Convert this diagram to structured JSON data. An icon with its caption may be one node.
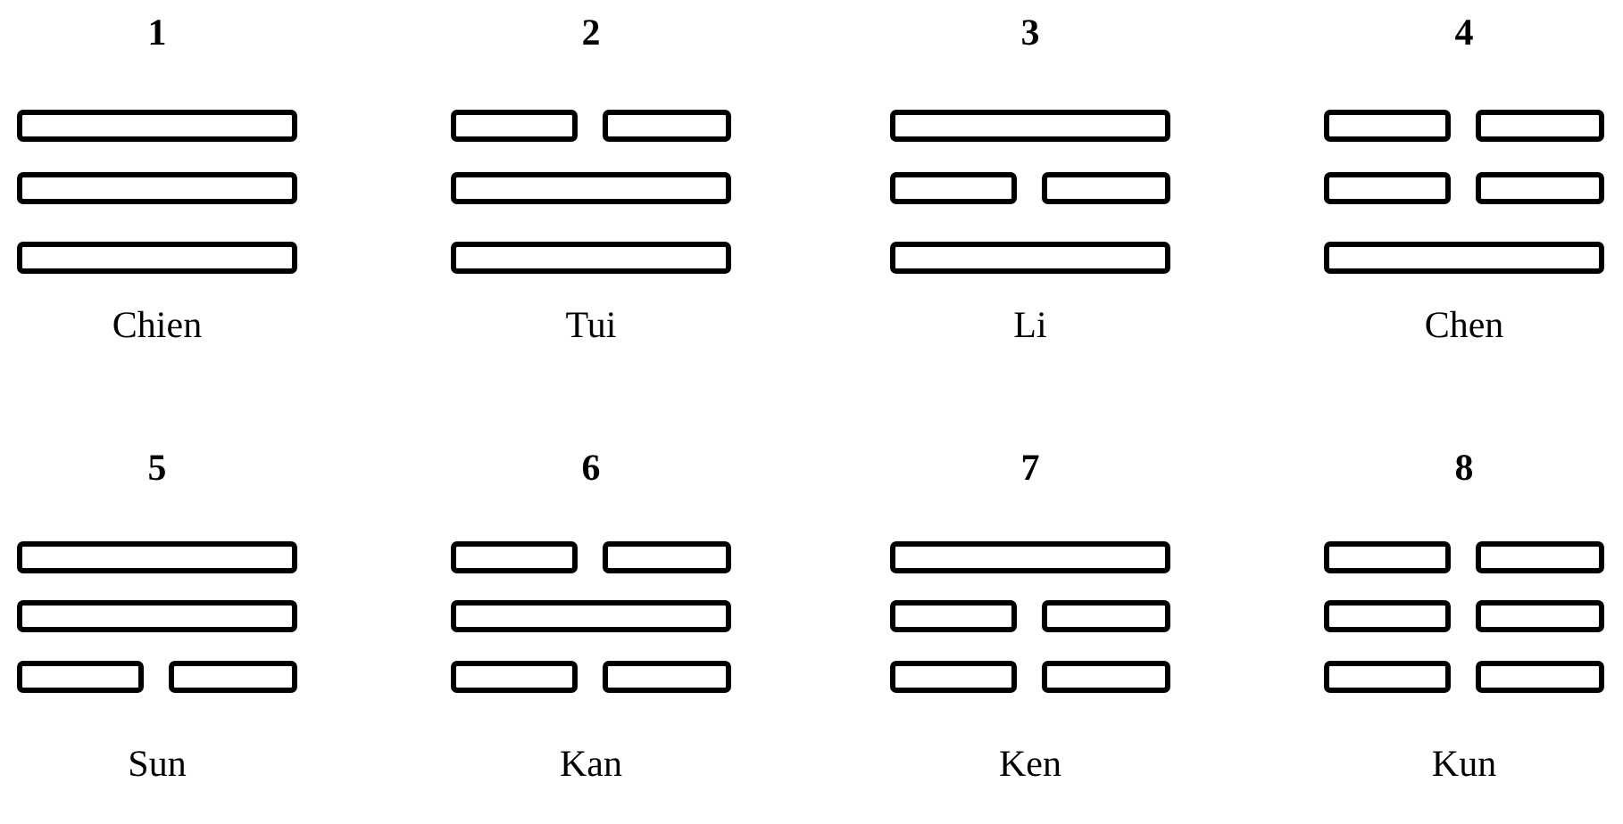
{
  "diagram": {
    "labels": [
      "1",
      "2",
      "3",
      "4",
      "Chien",
      "Tui",
      "Li",
      "Chen",
      "5",
      "6",
      "7",
      "8",
      "Sun",
      "Kan",
      "Ken",
      "Kun"
    ]
  }
}
